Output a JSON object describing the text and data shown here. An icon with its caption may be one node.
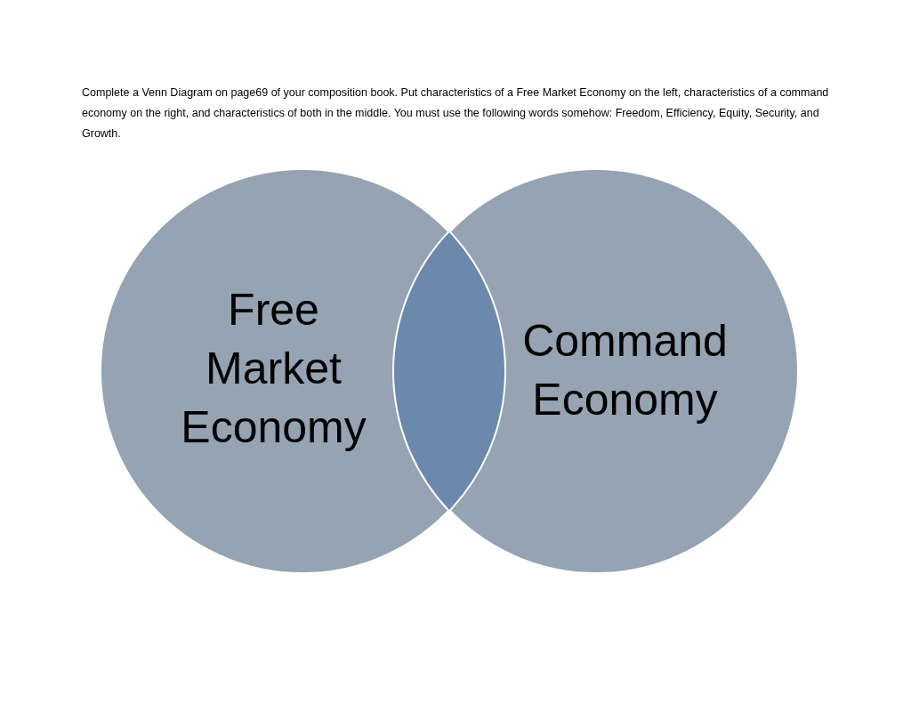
{
  "diagram": {
    "nodes": [
      {
        "text": [
          "Free Market Economy"
        ]
      },
      {
        "text": [
          "Command Economy"
        ]
      },
      {
        "text": [],
        "shape": "lens"
      }
    ],
    "labels": [
      "Complete a Venn Diagram on page69 of your composition book. Put characteristics of a Free Market Economy on the left, characteristics of a command economy on the right, and characteristics of both in the middle. You must use the following words somehow: Freedom, Efficiency, Equity, Security, and Growth."
    ]
  }
}
